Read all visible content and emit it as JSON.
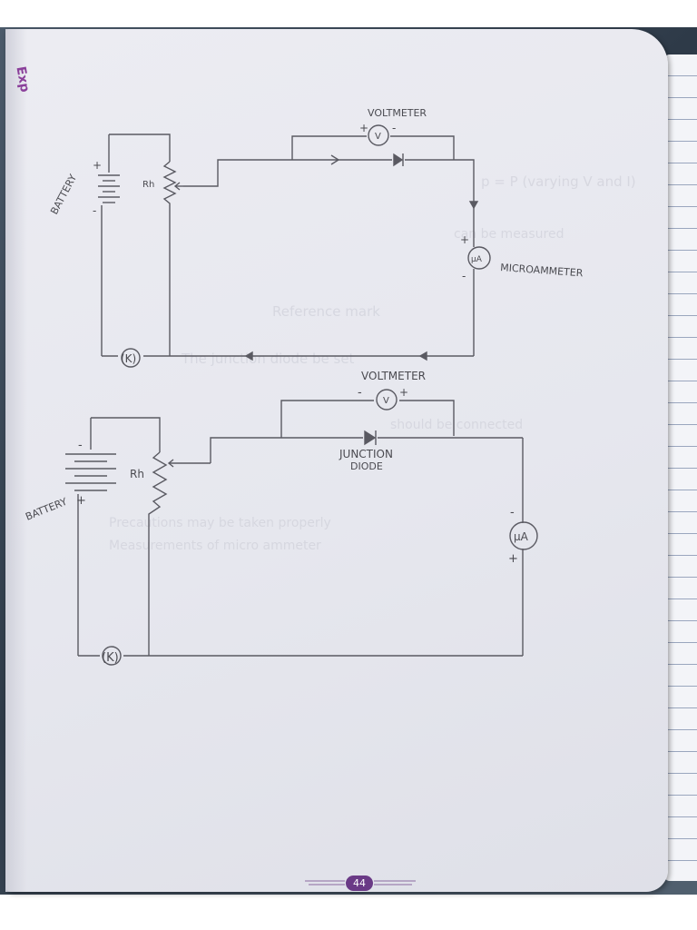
{
  "page": {
    "number": "44",
    "margin_mark": "Exp"
  },
  "circuit_top": {
    "battery_label": "BATTERY",
    "plus_sign": "+",
    "minus_sign": "-",
    "rheostat_label": "Rh",
    "key_label": "(K)",
    "voltmeter_title": "VOLTMETER",
    "voltmeter_symbol": "V",
    "voltmeter_plus": "+",
    "voltmeter_minus": "-",
    "micro_symbol": "μA",
    "micro_title": "MICROAMMETER",
    "micro_plus": "+",
    "micro_minus": "-"
  },
  "circuit_bottom": {
    "battery_label": "BATTERY",
    "plus_sign": "+",
    "minus_sign": "-",
    "rheostat_label": "Rh",
    "key_label": "(K)",
    "voltmeter_title": "VOLTMETER",
    "voltmeter_symbol": "V",
    "voltmeter_plus": "+",
    "voltmeter_minus": "-",
    "diode_label_line1": "JUNCTION",
    "diode_label_line2": "DIODE",
    "micro_symbol": "μA",
    "micro_plus": "+",
    "micro_minus": "-"
  },
  "colors": {
    "pencil": "#4a4a50",
    "page": "#e8e9ef",
    "badge": "#6a3a86"
  }
}
